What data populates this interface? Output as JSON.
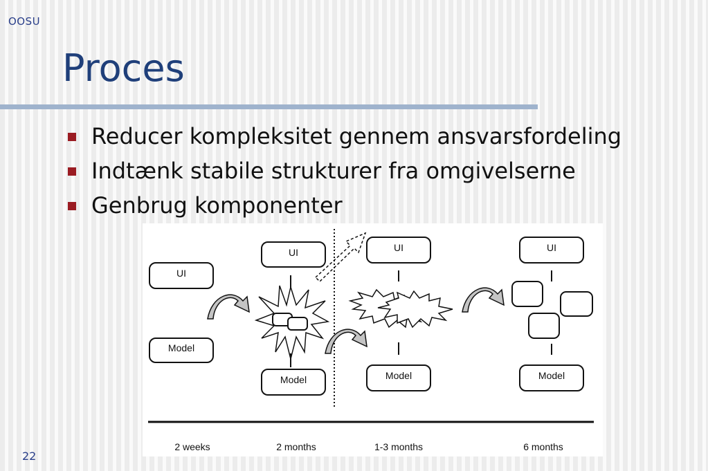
{
  "slide": {
    "header_label": "OOSU",
    "title": "Proces",
    "page_number": "22",
    "accent_color": "#9a1b22",
    "title_color": "#1f3f7a"
  },
  "bullets": [
    "Reducer kompleksitet gennem ansvarsfordeling",
    "Indtænk stabile strukturer fra omgivelserne",
    "Genbrug komponenter"
  ],
  "diagram": {
    "stage1": {
      "top_label": "UI",
      "bottom_label": "Model"
    },
    "stage2": {
      "top_label": "UI",
      "bottom_label": "Model"
    },
    "stage3": {
      "top_label": "UI",
      "bottom_label": "Model"
    },
    "stage4": {
      "top_label": "UI",
      "bottom_label": "Model"
    },
    "timeline": [
      "2 weeks",
      "2 months",
      "1-3 months",
      "6 months"
    ]
  }
}
